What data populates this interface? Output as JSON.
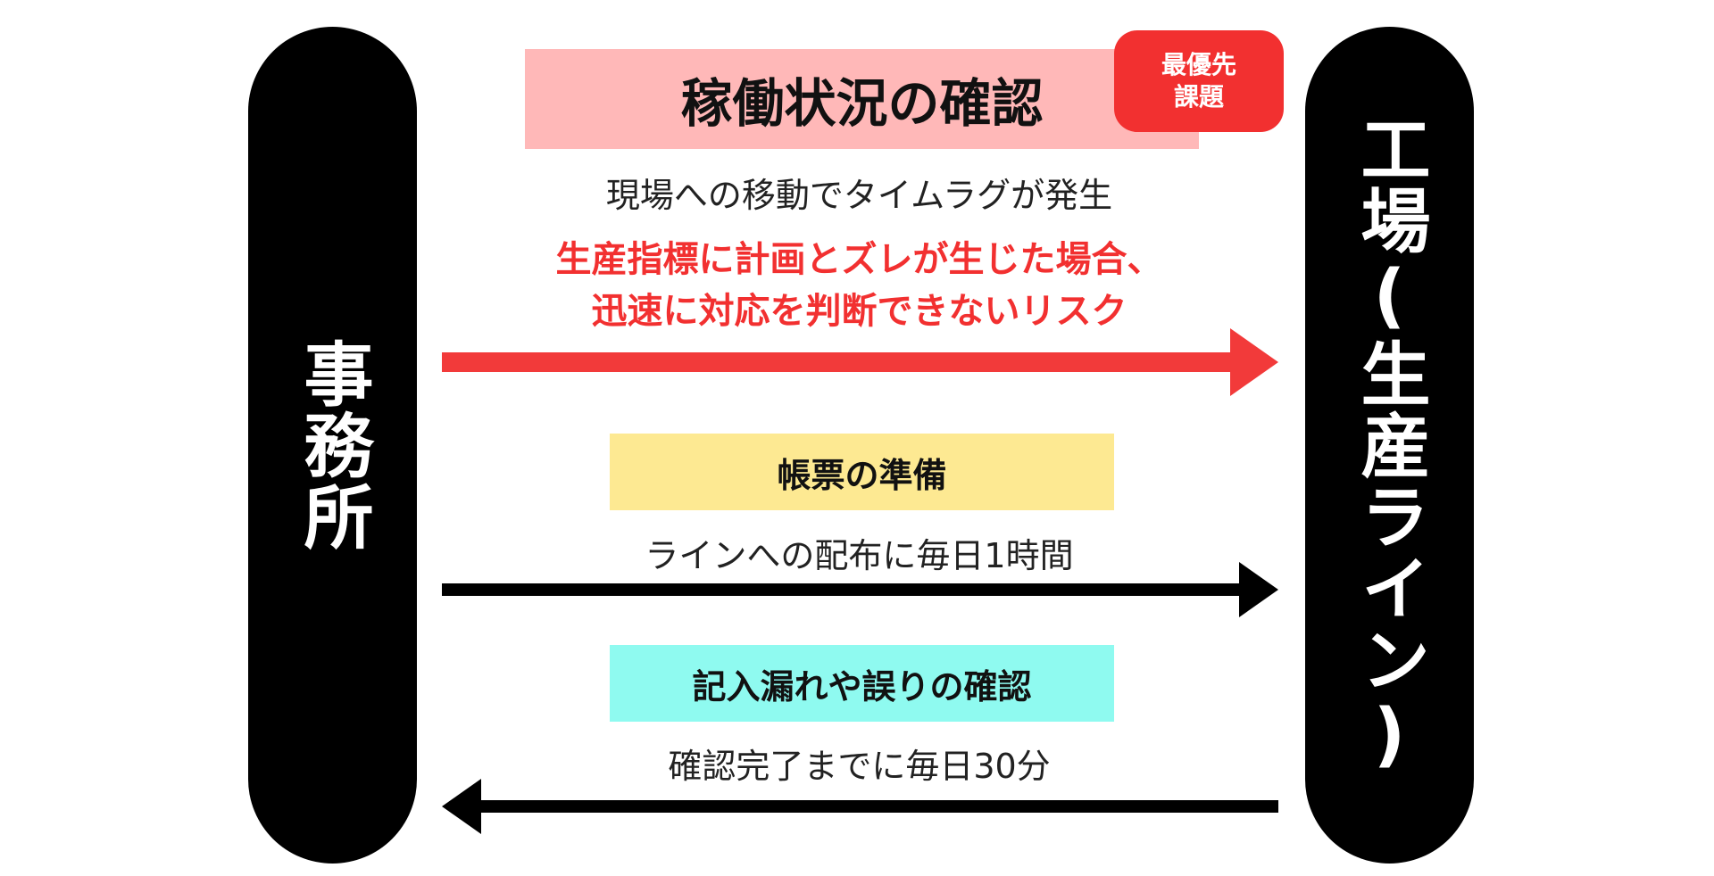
{
  "left_entity": {
    "label": "事務所"
  },
  "right_entity": {
    "label": "工場(生産ライン)"
  },
  "flows": {
    "status": {
      "title": "稼働状況の確認",
      "badge_line1": "最優先",
      "badge_line2": "課題",
      "detail": "現場への移動でタイムラグが発生",
      "risk_line1": "生産指標に計画とズレが生じた場合、",
      "risk_line2": "迅速に対応を判断できないリスク"
    },
    "forms": {
      "title": "帳票の準備",
      "detail": "ラインへの配布に毎日1時間"
    },
    "check": {
      "title": "記入漏れや誤りの確認",
      "detail": "確認完了までに毎日30分"
    }
  },
  "colors": {
    "pill": "#000000",
    "title_bg": "#ffb8b8",
    "badge_bg": "#f23030",
    "risk_text": "#f23030",
    "red_arrow": "#f23a3a",
    "forms_bg": "#fde992",
    "check_bg": "#8ffaf0",
    "black_arrow": "#000000"
  }
}
